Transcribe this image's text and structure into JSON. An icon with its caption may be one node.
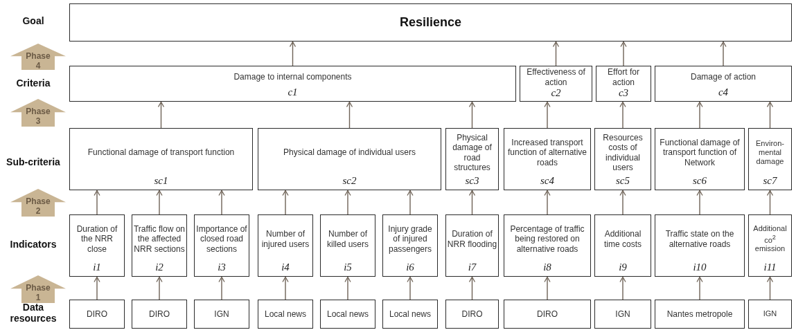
{
  "diagram": {
    "nodes": [
      {
        "text": [
          "Resilience"
        ]
      },
      {
        "text": [
          "Phase 4"
        ]
      },
      {
        "text": [
          "Damage to internal components",
          "c1"
        ]
      },
      {
        "text": [
          "Effectiveness of action",
          "c2"
        ]
      },
      {
        "text": [
          "Effort for action",
          "c3"
        ]
      },
      {
        "text": [
          "Damage of action",
          "c4"
        ]
      },
      {
        "text": [
          "Phase 3"
        ]
      },
      {
        "text": [
          "Functional damage of transport function",
          "sc1"
        ]
      },
      {
        "text": [
          "Physical damage of individual users",
          "sc2"
        ]
      },
      {
        "text": [
          "Physical damage of road structures",
          "sc3"
        ]
      },
      {
        "text": [
          "Increased transport function of alternative roads",
          "sc4"
        ]
      },
      {
        "text": [
          "Resources costs of individual users",
          "sc5"
        ]
      },
      {
        "text": [
          "Functional damage of transport function of Network",
          "sc6"
        ]
      },
      {
        "text": [
          "Environ- mental damage",
          "sc7"
        ]
      },
      {
        "text": [
          "Phase 2"
        ]
      },
      {
        "text": [
          "Duration of the NRR close",
          "i1"
        ]
      },
      {
        "text": [
          "Traffic flow on the affected NRR sections",
          "i2"
        ]
      },
      {
        "text": [
          "Importance of closed road sections",
          "i3"
        ]
      },
      {
        "text": [
          "Number of injured users",
          "i4"
        ]
      },
      {
        "text": [
          "Number of killed users",
          "i5"
        ]
      },
      {
        "text": [
          "Injury grade of injured passengers",
          "i6"
        ]
      },
      {
        "text": [
          "Duration of NRR flooding",
          "i7"
        ]
      },
      {
        "text": [
          "Percentage of traffic being restored on alternative roads",
          "i8"
        ]
      },
      {
        "text": [
          "Additional time costs",
          "i9"
        ]
      },
      {
        "text": [
          "Traffic state on the alternative roads",
          "i10"
        ]
      },
      {
        "text": [
          "Additional co$^{2}$ emission",
          "i11"
        ]
      },
      {
        "text": [
          "Phase 1"
        ]
      },
      {
        "text": [
          "DIRO"
        ]
      },
      {
        "text": [
          "DIRO"
        ]
      },
      {
        "text": [
          "IGN"
        ]
      },
      {
        "text": [
          "Local news"
        ]
      },
      {
        "text": [
          "Local news"
        ]
      },
      {
        "text": [
          "Local news"
        ]
      },
      {
        "text": [
          "DIRO"
        ]
      },
      {
        "text": [
          "DIRO"
        ]
      },
      {
        "text": [
          "IGN"
        ]
      },
      {
        "text": [
          "Nantes metropole"
        ]
      },
      {
        "text": [
          "IGN"
        ]
      }
    ],
    "edges": [
      {
        "from": 2,
        "to": 0,
        "arrow": "to"
      },
      {
        "from": 3,
        "to": 0,
        "arrow": "to"
      },
      {
        "from": 4,
        "to": 0,
        "arrow": "to"
      },
      {
        "from": 5,
        "to": 0,
        "arrow": "to"
      },
      {
        "from": 7,
        "to": 2,
        "arrow": "to"
      },
      {
        "from": 8,
        "to": 2,
        "arrow": "to"
      },
      {
        "from": 9,
        "to": 2,
        "arrow": "to"
      },
      {
        "from": 10,
        "to": 3,
        "arrow": "to"
      },
      {
        "from": 11,
        "to": 4,
        "arrow": "to"
      },
      {
        "from": 12,
        "to": 5,
        "arrow": "to"
      },
      {
        "from": 13,
        "to": 5,
        "arrow": "to"
      },
      {
        "from": 15,
        "to": 7,
        "arrow": "to"
      },
      {
        "from": 16,
        "to": 7,
        "arrow": "to"
      },
      {
        "from": 17,
        "to": 7,
        "arrow": "to"
      },
      {
        "from": 18,
        "to": 8,
        "arrow": "to"
      },
      {
        "from": 19,
        "to": 8,
        "arrow": "to"
      },
      {
        "from": 20,
        "to": 8,
        "arrow": "to"
      },
      {
        "from": 21,
        "to": 9,
        "arrow": "to"
      },
      {
        "from": 22,
        "to": 10,
        "arrow": "to"
      },
      {
        "from": 23,
        "to": 11,
        "arrow": "to"
      },
      {
        "from": 24,
        "to": 12,
        "arrow": "to"
      },
      {
        "from": 25,
        "to": 13,
        "arrow": "to"
      },
      {
        "from": 27,
        "to": 15,
        "arrow": "to"
      },
      {
        "from": 28,
        "to": 16,
        "arrow": "to"
      },
      {
        "from": 29,
        "to": 17,
        "arrow": "to"
      },
      {
        "from": 30,
        "to": 18,
        "arrow": "to"
      },
      {
        "from": 31,
        "to": 19,
        "arrow": "to"
      },
      {
        "from": 32,
        "to": 20,
        "arrow": "to"
      },
      {
        "from": 33,
        "to": 21,
        "arrow": "to"
      },
      {
        "from": 34,
        "to": 22,
        "arrow": "to"
      },
      {
        "from": 35,
        "to": 23,
        "arrow": "to"
      },
      {
        "from": 36,
        "to": 24,
        "arrow": "to"
      },
      {
        "from": 37,
        "to": 25,
        "arrow": "to"
      }
    ],
    "labels": [
      "Goal",
      "Criteria",
      "Sub-criteria",
      "Indicators",
      "Data resources"
    ]
  }
}
